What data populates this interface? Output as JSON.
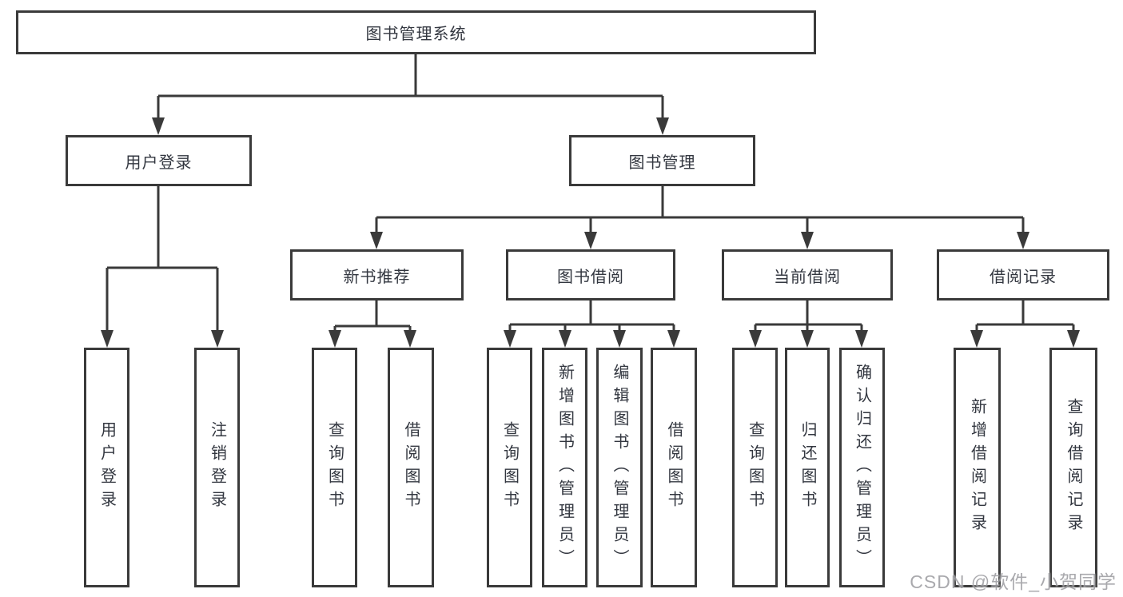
{
  "root": {
    "label": "图书管理系统"
  },
  "login": {
    "label": "用户登录",
    "children": [
      "用户登录",
      "注销登录"
    ]
  },
  "management": {
    "label": "图书管理",
    "sections": [
      {
        "label": "新书推荐",
        "children": [
          "查询图书",
          "借阅图书"
        ]
      },
      {
        "label": "图书借阅",
        "children": [
          "查询图书",
          "新增图书（管理员）",
          "编辑图书（管理员）",
          "借阅图书"
        ]
      },
      {
        "label": "当前借阅",
        "children": [
          "查询图书",
          "归还图书",
          "确认归还（管理员）"
        ]
      },
      {
        "label": "借阅记录",
        "children": [
          "新增借阅记录",
          "查询借阅记录"
        ]
      }
    ]
  },
  "watermark": "CSDN @软件_小贺同学",
  "colors": {
    "line": "#3a3a3a",
    "text": "#333740",
    "watermark": "#9e9ea2",
    "background": "#ffffff"
  }
}
